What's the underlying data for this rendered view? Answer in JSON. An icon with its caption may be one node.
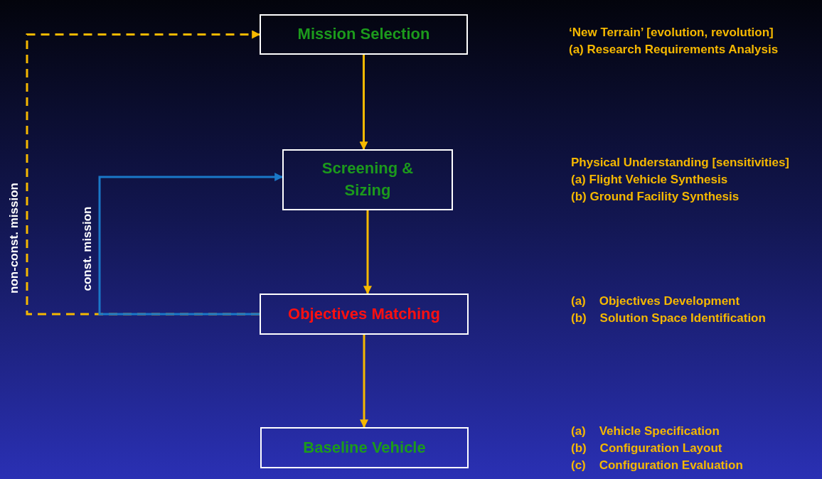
{
  "diagram": {
    "nodes": [
      {
        "text": [
          "Mission Selection"
        ],
        "beside": [
          "‘New Terrain’ [evolution, revolution]",
          "(a) Research Requirements Analysis"
        ]
      },
      {
        "text": [
          "Screening & Sizing"
        ],
        "beside": [
          "Physical Understanding [sensitivities]",
          "(a) Flight Vehicle Synthesis",
          "(b) Ground Facility Synthesis"
        ]
      },
      {
        "text": [
          "Objectives Matching"
        ],
        "beside": [
          "(a)    Objectives Development",
          "(b)    Solution Space Identification"
        ]
      },
      {
        "text": [
          "Baseline Vehicle"
        ],
        "beside": [
          "(a)    Vehicle Specification",
          "(b)    Configuration Layout",
          "(c)    Configuration Evaluation"
        ]
      }
    ],
    "edges": [
      {
        "from": 0,
        "to": 1,
        "arrow": "to"
      },
      {
        "from": 1,
        "to": 2,
        "arrow": "to"
      },
      {
        "from": 2,
        "to": 3,
        "arrow": "to"
      },
      {
        "from": 2,
        "to": 0,
        "arrow": "to",
        "label": "non-const. mission",
        "style": "dashed"
      },
      {
        "from": 2,
        "to": 1,
        "arrow": "to",
        "label": "const. mission",
        "color": "#1a78c8"
      }
    ]
  }
}
